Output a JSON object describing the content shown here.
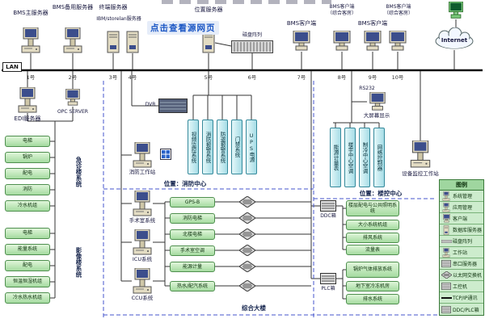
{
  "watermark": "点击查看源网页",
  "internet_label": "Internet",
  "lan": {
    "label": "LAN",
    "ports": [
      "1号",
      "2号",
      "3号",
      "4号",
      "5号",
      "6号",
      "7号",
      "8号",
      "9号",
      "10号"
    ]
  },
  "top": {
    "devices": [
      {
        "label": "BMS主服务器"
      },
      {
        "label": "BMS备用服务器"
      },
      {
        "label": "终端服务器",
        "sublabel": "IBM/storelan服务器"
      },
      {
        "label": "位置服务器"
      },
      {
        "label": "磁盘阵列"
      },
      {
        "label": "BMS客户端"
      },
      {
        "label": "BMS客户端",
        "sublabel": "（综合客房）"
      },
      {
        "label": "BMS客户端"
      },
      {
        "label": "BMS客户端",
        "sublabel": "（综合客房）"
      }
    ]
  },
  "left": {
    "edi_label": "EDI服务器",
    "opc_label": "OPC SERVER",
    "emergency": {
      "title": "急诊楼系统",
      "items": [
        "电梯",
        "锅炉",
        "配电",
        "消防",
        "冷水机组"
      ]
    },
    "imaging": {
      "title": "影像楼系统",
      "items": [
        "电梯",
        "能量系统",
        "配电",
        "恒温恒湿机组",
        "冷水热水机组"
      ]
    }
  },
  "fire_center": {
    "location_label": "位置：消防中心",
    "dvr_label": "DVR",
    "fire_ws_label": "消防工作站",
    "systems": [
      "视频监控系统",
      "消防报警系统",
      "防盗报警系统",
      "门禁系统",
      "UPS电源"
    ],
    "workstations": [
      "手术室系统",
      "ICU系统",
      "CCU系统"
    ],
    "field_boxes": [
      "GPS-B",
      "消防电梯",
      "北楼电梯",
      "手术室空调",
      "能源计量",
      "热水/配汽系统"
    ]
  },
  "control_center": {
    "location_label": "位置：楼控中心",
    "rs232_label": "RS232",
    "screen_label": "大屏幕显示",
    "systems": [
      "能源计量表",
      "楼宇中心空调",
      "制冷中心空调",
      "网络控制器"
    ],
    "monitor_ws_label": "设备监控工作站",
    "ddc_label": "DDC箱",
    "ddc_items": [
      "楼层配电与公共照明系统",
      "大小系统机组",
      "排风系统",
      "流量表"
    ],
    "plc_label": "PLC箱",
    "plc_items": [
      "锅炉气体排放系统",
      "地下室冷冻机房",
      "排水系统"
    ]
  },
  "building_label": "综合大楼",
  "legend": {
    "title": "图例",
    "rows": [
      {
        "icon": "computer-icon",
        "label": "系统管理"
      },
      {
        "icon": "computer-icon",
        "label": "应用管理"
      },
      {
        "icon": "monitor-icon",
        "label": "客户端"
      },
      {
        "icon": "server-tower-icon",
        "label": "数据库服务器"
      },
      {
        "icon": "disk-array-icon",
        "label": "磁盘阵列"
      },
      {
        "icon": "workstation-icon",
        "label": "工作站"
      },
      {
        "icon": "io-box-icon",
        "label": "串口服务器"
      },
      {
        "icon": "switch-diamond-icon",
        "label": "以太网交换机"
      },
      {
        "icon": "io-box-icon",
        "label": "工控机"
      },
      {
        "icon": "network-line-icon",
        "label": "TCP/IP通讯"
      },
      {
        "icon": "striped-box-icon",
        "label": "DDC/PLC箱"
      }
    ]
  },
  "colors": {
    "green_box": "#a5dba0",
    "cyan_box": "#a6dde6",
    "dashed_line": "#4455cc",
    "watermark_blue": "#1a56c4"
  }
}
